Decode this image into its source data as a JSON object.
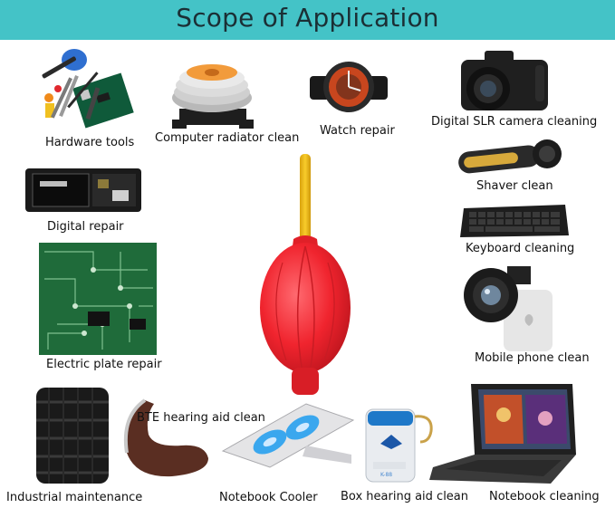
{
  "banner": {
    "title": "Scope of Application",
    "color": "#44c3c7"
  },
  "product": {
    "name": "air-blower",
    "bulb_color": "#f0242e",
    "nozzle_color": "#f4c21a"
  },
  "items": {
    "hardware_tools": "Hardware tools",
    "computer_radiator": "Computer radiator clean",
    "watch_repair": "Watch repair",
    "dslr_cleaning": "Digital SLR camera cleaning",
    "shaver_clean": "Shaver clean",
    "digital_repair": "Digital repair",
    "keyboard_cleaning": "Keyboard cleaning",
    "electric_plate": "Electric plate repair",
    "mobile_phone": "Mobile phone clean",
    "bte_hearing": "BTE hearing aid clean",
    "industrial": "Industrial maintenance",
    "notebook_cooler": "Notebook Cooler",
    "box_hearing": "Box hearing aid clean",
    "notebook_cleaning": "Notebook cleaning"
  }
}
